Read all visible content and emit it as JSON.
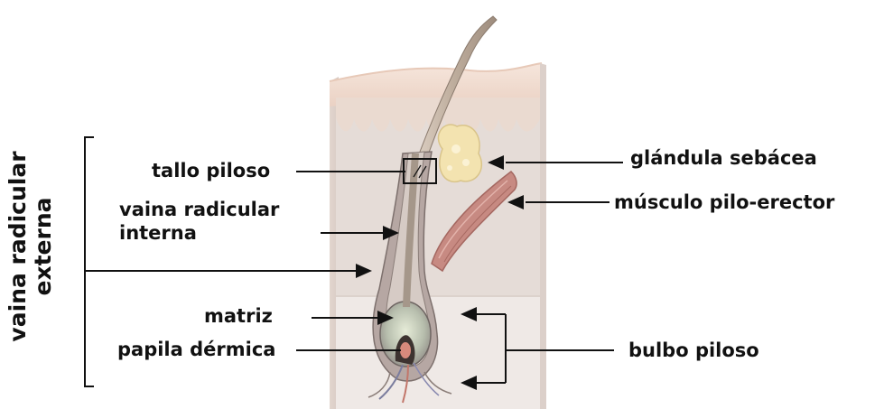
{
  "labels": {
    "outer_sheath_line1": "vaina radicular",
    "outer_sheath_line2": "externa",
    "shaft": "tallo piloso",
    "inner_sheath_line1": "vaina radicular",
    "inner_sheath_line2": "interna",
    "matrix": "matriz",
    "papilla": "papila dérmica",
    "sebaceous_gland": "glándula sebácea",
    "arrector_muscle": "músculo pilo-erector",
    "bulb": "bulbo piloso"
  },
  "colors": {
    "epidermis": "#f0dcd0",
    "dermis": "#e6ddd8",
    "hypodermis": "#efe9e5",
    "hair": "#c8b7a7",
    "sebaceous_gland": "#f5e6b4",
    "muscle": "#c98a84",
    "papilla": "#d88a7c",
    "lines": "#111111"
  }
}
